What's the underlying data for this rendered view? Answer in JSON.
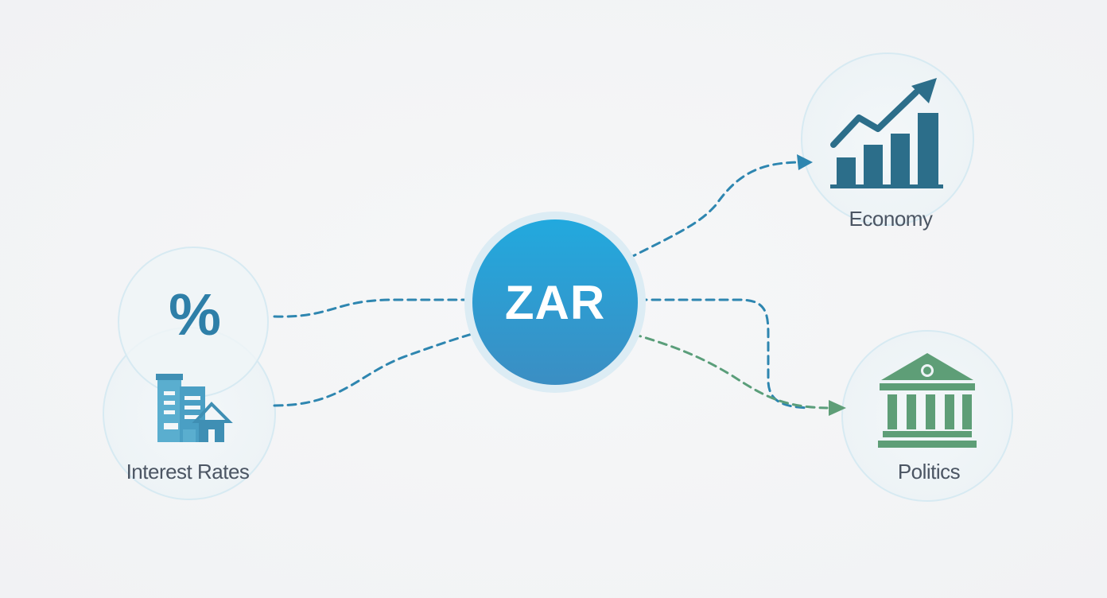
{
  "center": {
    "label": "ZAR"
  },
  "nodes": {
    "interest_rates": {
      "label": "Interest Rates",
      "symbol": "%",
      "icons": [
        "percent-icon",
        "buildings-icon"
      ]
    },
    "economy": {
      "label": "Economy",
      "icons": [
        "rising-bar-chart-icon"
      ]
    },
    "politics": {
      "label": "Politics",
      "icons": [
        "government-building-icon"
      ]
    }
  },
  "colors": {
    "center_fill_top": "#22a7dc",
    "center_fill_bottom": "#3a8fc4",
    "blue_line": "#2e86b0",
    "green_line": "#5a9e7a",
    "chart_icon": "#2c6e8a",
    "building_icon": "#5e9e77",
    "percent_icon": "#2e7fa8",
    "label_text": "#4b5563",
    "node_ring": "#d6eaf2"
  }
}
